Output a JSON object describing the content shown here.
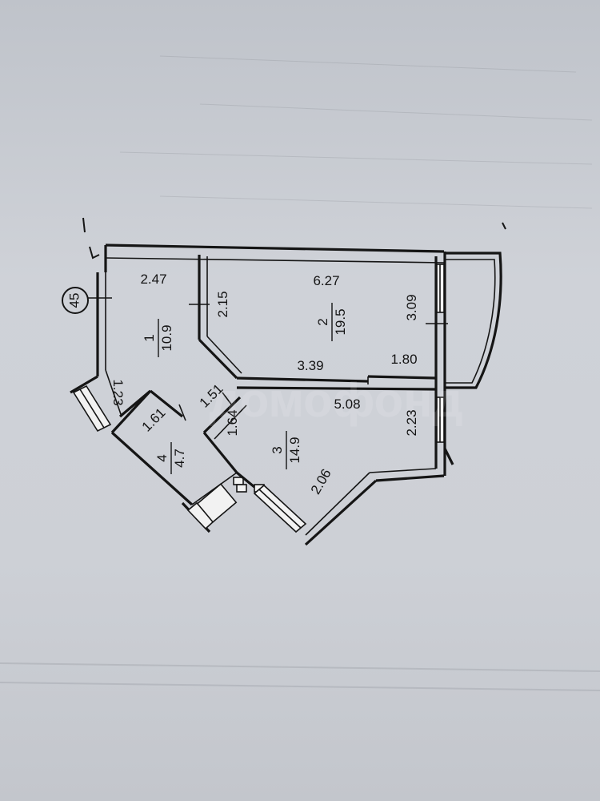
{
  "plan": {
    "axis_marker": "45",
    "watermark": "домофонд",
    "rooms": [
      {
        "number": "1",
        "area": "10.9"
      },
      {
        "number": "2",
        "area": "19.5"
      },
      {
        "number": "3",
        "area": "14.9"
      },
      {
        "number": "4",
        "area": "4.7"
      }
    ],
    "dimensions": {
      "d_2_47": "2.47",
      "d_6_27": "6.27",
      "d_2_15": "2.15",
      "d_3_09": "3.09",
      "d_3_39": "3.39",
      "d_1_80": "1.80",
      "d_1_23": "1.23",
      "d_1_51": "1.51",
      "d_5_08": "5.08",
      "d_1_61": "1.61",
      "d_1_64": "1.64",
      "d_2_23": "2.23",
      "d_2_06": "2.06"
    }
  },
  "colors": {
    "paper": "#cdd0d6",
    "ink": "#151515"
  }
}
